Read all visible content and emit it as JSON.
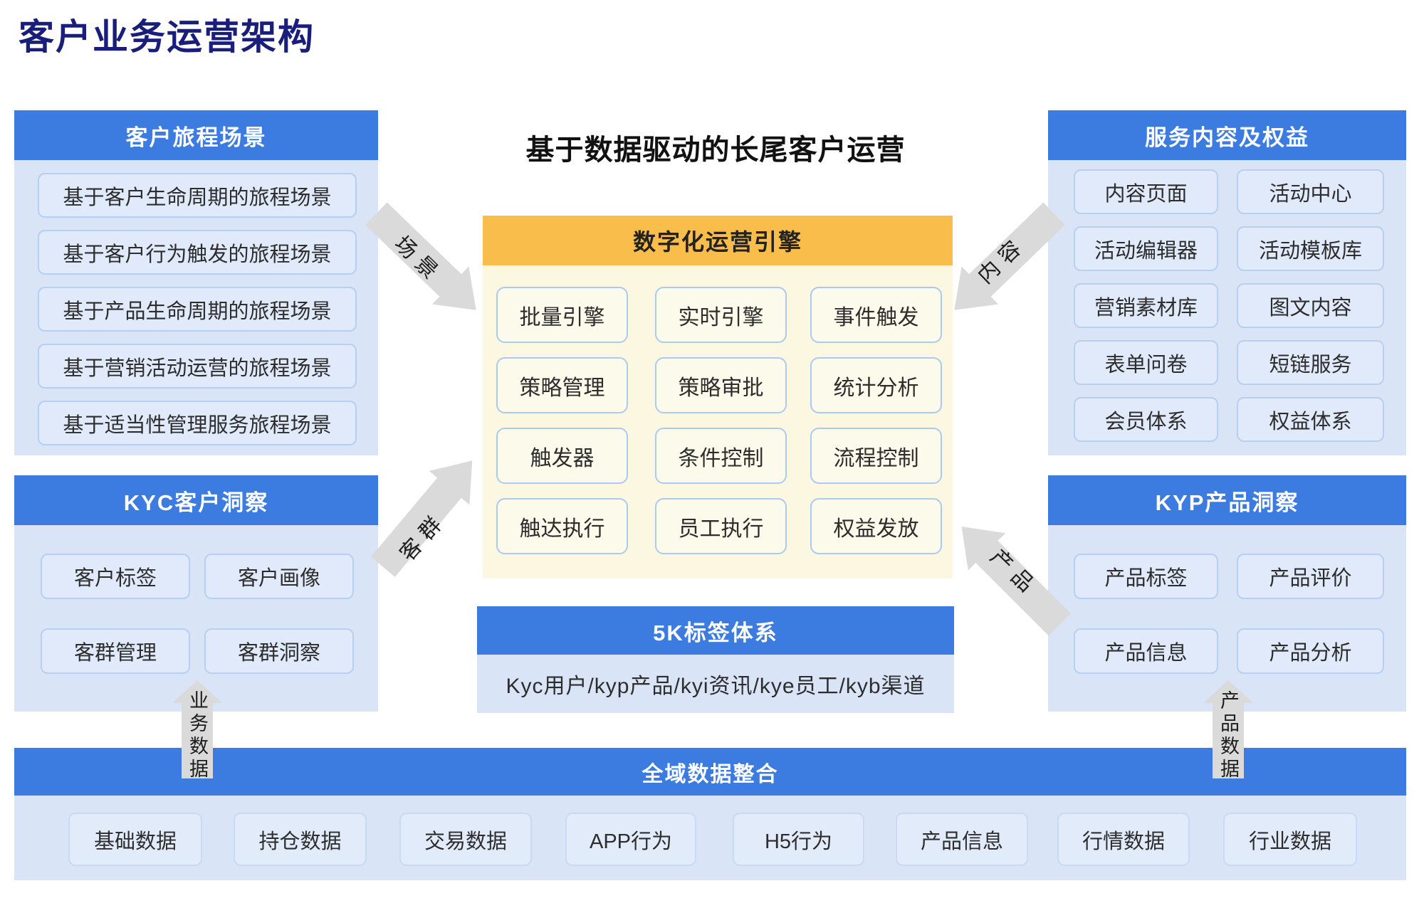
{
  "page_title": "客户业务运营架构",
  "center_title": "基于数据驱动的长尾客户运营",
  "left": {
    "journey": {
      "title": "客户旅程场景",
      "items": [
        "基于客户生命周期的旅程场景",
        "基于客户行为触发的旅程场景",
        "基于产品生命周期的旅程场景",
        "基于营销活动运营的旅程场景",
        "基于适当性管理服务旅程场景"
      ]
    },
    "kyc": {
      "title": "KYC客户洞察",
      "items": [
        "客户标签",
        "客户画像",
        "客群管理",
        "客群洞察"
      ]
    }
  },
  "right": {
    "service": {
      "title": "服务内容及权益",
      "items": [
        "内容页面",
        "活动中心",
        "活动编辑器",
        "活动模板库",
        "营销素材库",
        "图文内容",
        "表单问卷",
        "短链服务",
        "会员体系",
        "权益体系"
      ]
    },
    "kyp": {
      "title": "KYP产品洞察",
      "items": [
        "产品标签",
        "产品评价",
        "产品信息",
        "产品分析"
      ]
    }
  },
  "engine": {
    "title": "数字化运营引擎",
    "items": [
      "批量引擎",
      "实时引擎",
      "事件触发",
      "策略管理",
      "策略审批",
      "统计分析",
      "触发器",
      "条件控制",
      "流程控制",
      "触达执行",
      "员工执行",
      "权益发放"
    ]
  },
  "tag_system": {
    "title": "5K标签体系",
    "description": "Kyc用户/kyp产品/kyi资讯/kye员工/kyb渠道"
  },
  "bottom": {
    "title": "全域数据整合",
    "items": [
      "基础数据",
      "持仓数据",
      "交易数据",
      "APP行为",
      "H5行为",
      "产品信息",
      "行情数据",
      "行业数据"
    ]
  },
  "arrows": {
    "scene": "场景",
    "content": "内容",
    "segment": "客群",
    "product": "产品",
    "business_data": "业务数据",
    "product_data": "产品数据"
  },
  "colors": {
    "accent_blue": "#3C7BDF",
    "header_orange": "#F9BD4B",
    "panel_bg": "#D9E4F6",
    "engine_bg": "#FBF7E1",
    "arrow_gray": "#DADADA",
    "title_navy": "#191E7B"
  }
}
